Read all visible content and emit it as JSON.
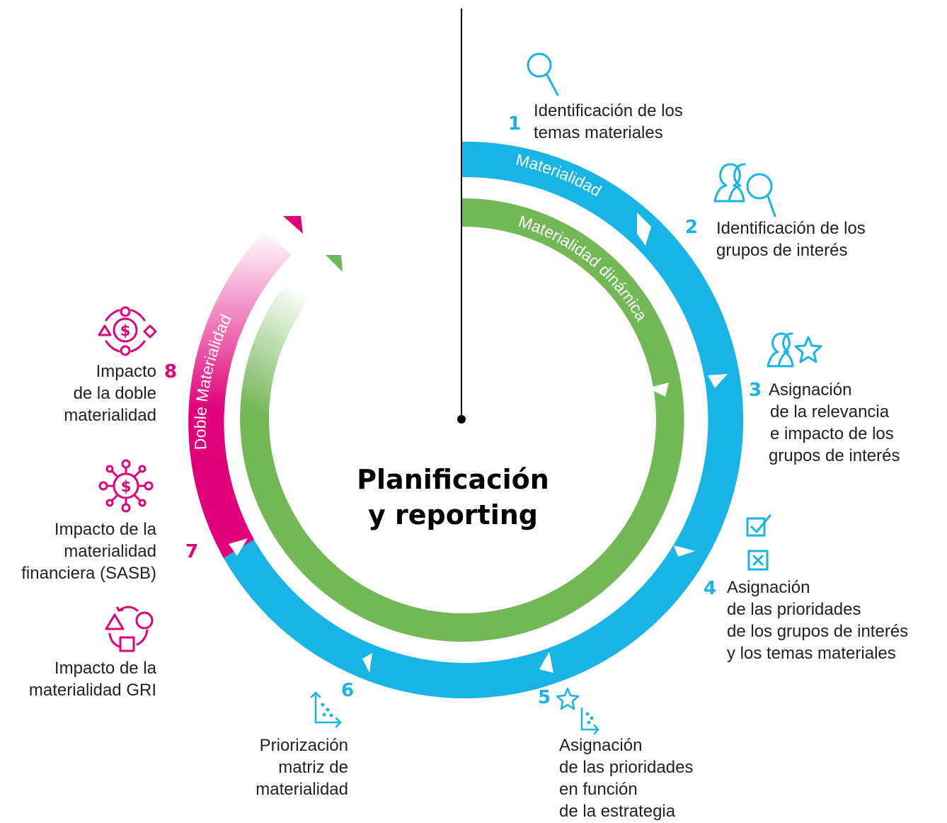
{
  "center": {
    "line1": "Planificación",
    "line2": "y reporting"
  },
  "rings": {
    "outer_label": "Materialidad",
    "inner_label": "Materialidad dinámica",
    "pink_label": "Doble  Materialidad"
  },
  "steps": [
    {
      "number": "1",
      "lines": [
        "Identificación de los",
        "temas materiales"
      ],
      "icon": "magnifier-icon"
    },
    {
      "number": "2",
      "lines": [
        "Identificación de los",
        "grupos de interés"
      ],
      "icon": "people-search-icon"
    },
    {
      "number": "3",
      "lines": [
        "Asignación",
        "de la relevancia",
        "e impacto de los",
        "grupos de interés"
      ],
      "icon": "people-star-icon"
    },
    {
      "number": "4",
      "lines": [
        "Asignación",
        "de las prioridades",
        "de los grupos de interés",
        "y los temas materiales"
      ],
      "icon": "checkbox-icons"
    },
    {
      "number": "5",
      "lines": [
        "Asignación",
        "de las prioridades",
        "en función",
        "de la estrategia"
      ],
      "icon": "star-chart-icon"
    },
    {
      "number": "6",
      "lines": [
        "Priorización",
        "matriz de",
        "materialidad"
      ],
      "icon": "scatter-chart-icon"
    },
    {
      "number": "7",
      "lines": [
        "Impacto de la",
        "materialidad",
        "financiera (SASB)"
      ],
      "icon": "dollar-network-icon"
    },
    {
      "number": "8",
      "lines": [
        "Impacto",
        "de la doble",
        "materialidad"
      ],
      "icon": "dollar-cycle-icon"
    }
  ],
  "gri": {
    "lines": [
      "Impacto de la",
      "materialidad GRI"
    ],
    "icon": "shapes-cycle-icon"
  },
  "colors": {
    "blue": "#18b4e6",
    "green": "#72b857",
    "pink": "#e0007a",
    "text": "#222222"
  }
}
